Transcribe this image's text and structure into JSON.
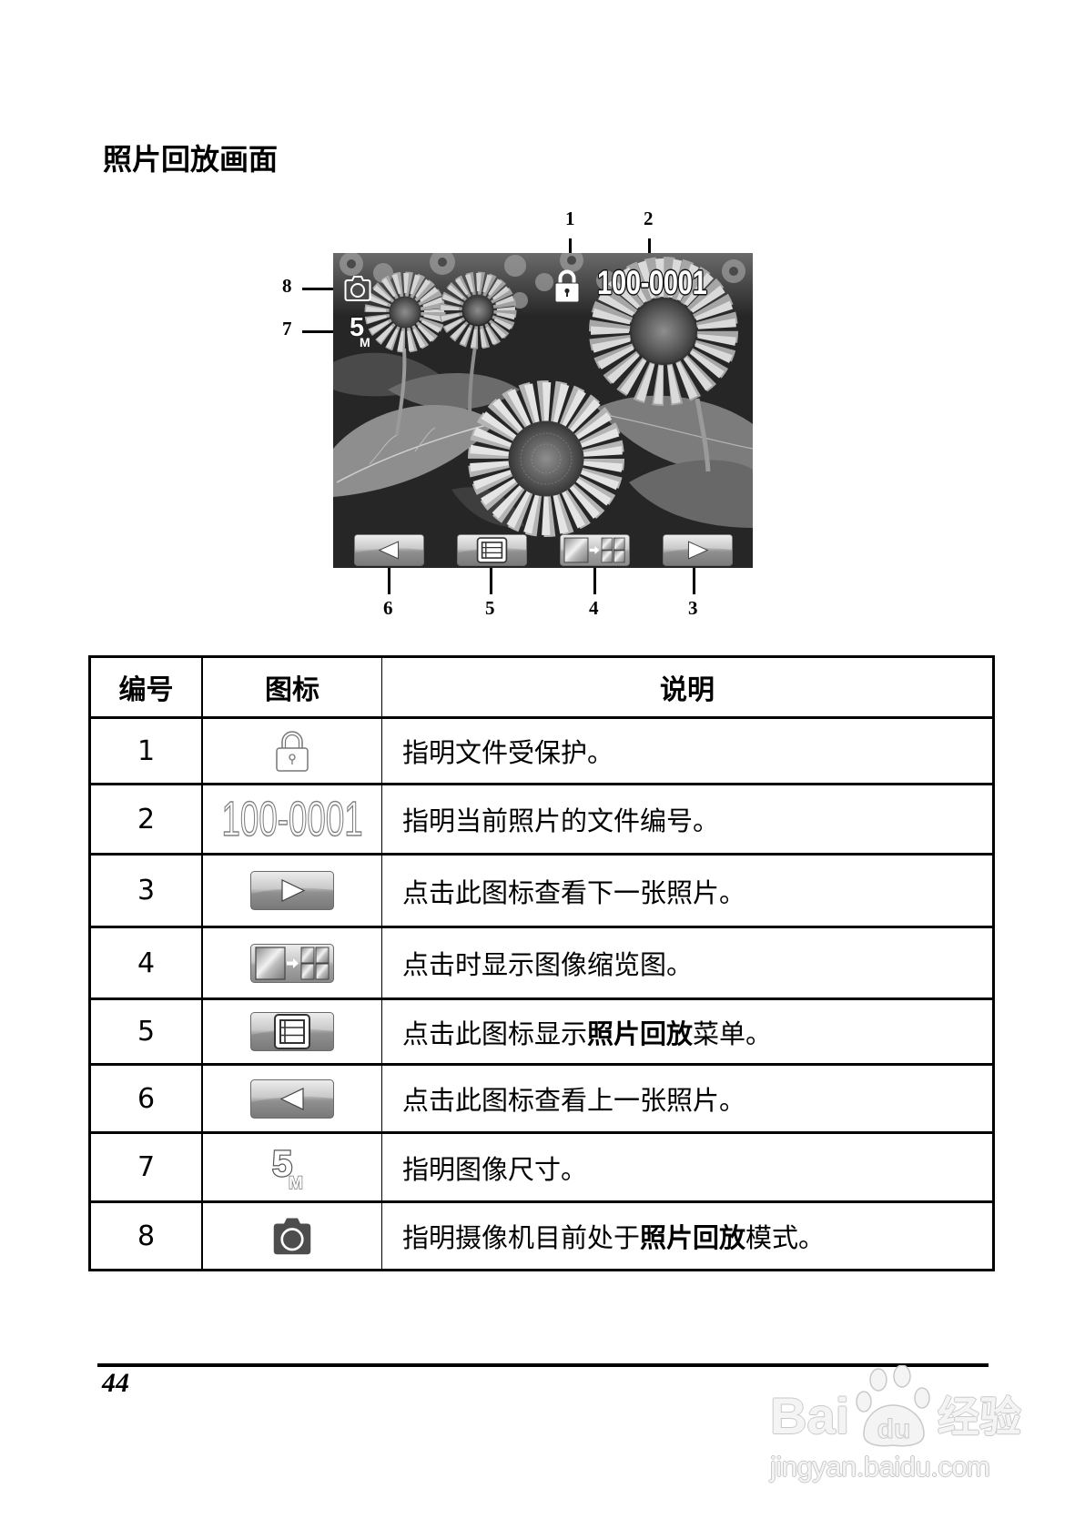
{
  "page": {
    "section_title": "照片回放画面",
    "page_number": "44"
  },
  "screen_diagram": {
    "file_number": "100-0001",
    "image_size_number": "5",
    "image_size_unit": "M",
    "callouts": {
      "top": [
        "1",
        "2"
      ],
      "left": [
        "8",
        "7"
      ],
      "bottom": [
        "6",
        "5",
        "4",
        "3"
      ]
    },
    "buttons": [
      {
        "callout": "6",
        "icon": "triangle-left-icon"
      },
      {
        "callout": "5",
        "icon": "menu-list-icon"
      },
      {
        "callout": "4",
        "icon": "thumbnail-view-icon"
      },
      {
        "callout": "3",
        "icon": "triangle-right-icon"
      }
    ]
  },
  "table": {
    "headers": {
      "number": "编号",
      "icon": "图标",
      "description": "说明"
    },
    "rows": [
      {
        "number": "1",
        "icon": "lock-icon",
        "desc_before": "指明文件受保护。",
        "desc_bold": "",
        "desc_after": ""
      },
      {
        "number": "2",
        "icon": "file-number-text",
        "icon_text": "100-0001",
        "desc_before": "指明当前照片的文件编号。",
        "desc_bold": "",
        "desc_after": ""
      },
      {
        "number": "3",
        "icon": "next-button-icon",
        "desc_before": "点击此图标查看下一张照片。",
        "desc_bold": "",
        "desc_after": ""
      },
      {
        "number": "4",
        "icon": "thumbnail-button-icon",
        "desc_before": "点击时显示图像缩览图。",
        "desc_bold": "",
        "desc_after": ""
      },
      {
        "number": "5",
        "icon": "menu-button-icon",
        "desc_before": "点击此图标显示",
        "desc_bold": "照片回放",
        "desc_after": "菜单。"
      },
      {
        "number": "6",
        "icon": "previous-button-icon",
        "desc_before": "点击此图标查看上一张照片。",
        "desc_bold": "",
        "desc_after": ""
      },
      {
        "number": "7",
        "icon": "image-size-icon",
        "icon_text": "5",
        "icon_subtext": "M",
        "desc_before": "指明图像尺寸。",
        "desc_bold": "",
        "desc_after": ""
      },
      {
        "number": "8",
        "icon": "camera-mode-icon",
        "desc_before": "指明摄像机目前处于",
        "desc_bold": "照片回放",
        "desc_after": "模式。"
      }
    ]
  },
  "watermark": {
    "brand_left": "Bai",
    "brand_paw": "du",
    "brand_right": "经验",
    "url": "jingyan.baidu.com"
  },
  "colors": {
    "text": "#000000",
    "background": "#ffffff",
    "button_light": "#ececec",
    "button_dark": "#8c8c8c",
    "camera_icon": "#4d4d4d",
    "watermark": "#c9c9c9"
  }
}
